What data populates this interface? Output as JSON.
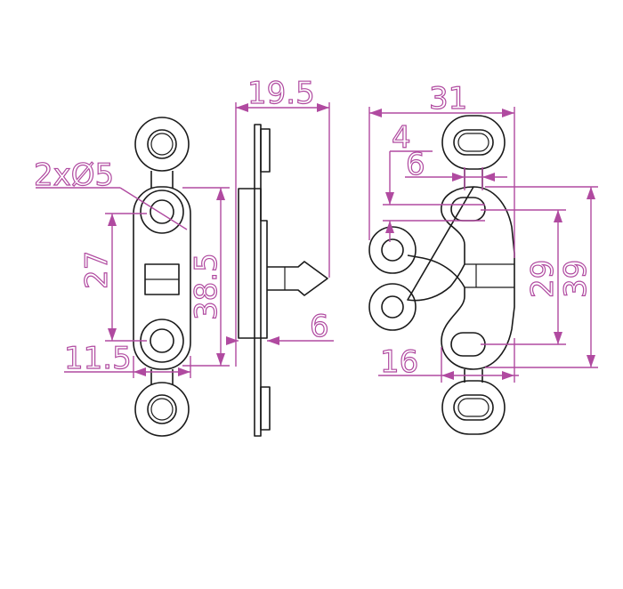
{
  "dimensions": {
    "hole_spec": "2xØ5",
    "left_spacing": "27",
    "left_height": "38.5",
    "left_width": "11.5",
    "side_width": "19.5",
    "side_depth": "6",
    "right_width": "31",
    "offset_4": "4",
    "offset_6": "6",
    "right_span": "29",
    "right_height": "39",
    "right_bottom": "16"
  },
  "colors": {
    "outline": "#1a1a1a",
    "dimension": "#b04aa0"
  }
}
